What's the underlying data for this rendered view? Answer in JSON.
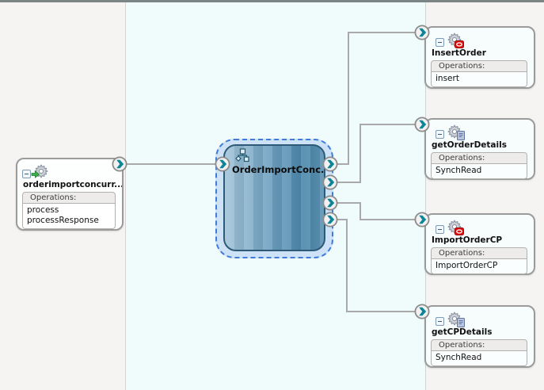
{
  "colors": {
    "top_bar": "#7b8585",
    "exposed_lane_bg": "#f5f4f3",
    "components_lane_bg": "#f0fcfc",
    "references_lane_bg": "#f5f4f3",
    "wire_gray": "#a9a9a9",
    "port_teal": "#0d8598",
    "selection_blue": "#3f7cd9",
    "selection_fill": "#cde2f6",
    "component_border": "#2e5a77",
    "node_border": "#9b9b9b",
    "adapter_badge_red": "#e01010",
    "service_arrow_green": "#3db04a"
  },
  "exposed_service": {
    "title": "orderimportconcurr...",
    "operations_label": "Operations:",
    "operations": [
      "process",
      "processResponse"
    ],
    "icon": "webservice-gear-icon"
  },
  "component": {
    "title": "OrderImportConc...",
    "icon": "bpel-process-icon"
  },
  "references": [
    {
      "title": "InsertOrder",
      "operations_label": "Operations:",
      "operations": [
        "insert"
      ],
      "icon": "database-adapter-gear-icon"
    },
    {
      "title": "getOrderDetails",
      "operations_label": "Operations:",
      "operations": [
        "SynchRead"
      ],
      "icon": "document-adapter-gear-icon"
    },
    {
      "title": "ImportOrderCP",
      "operations_label": "Operations:",
      "operations": [
        "ImportOrderCP"
      ],
      "icon": "database-adapter-gear-icon"
    },
    {
      "title": "getCPDetails",
      "operations_label": "Operations:",
      "operations": [
        "SynchRead"
      ],
      "icon": "document-adapter-gear-icon"
    }
  ]
}
